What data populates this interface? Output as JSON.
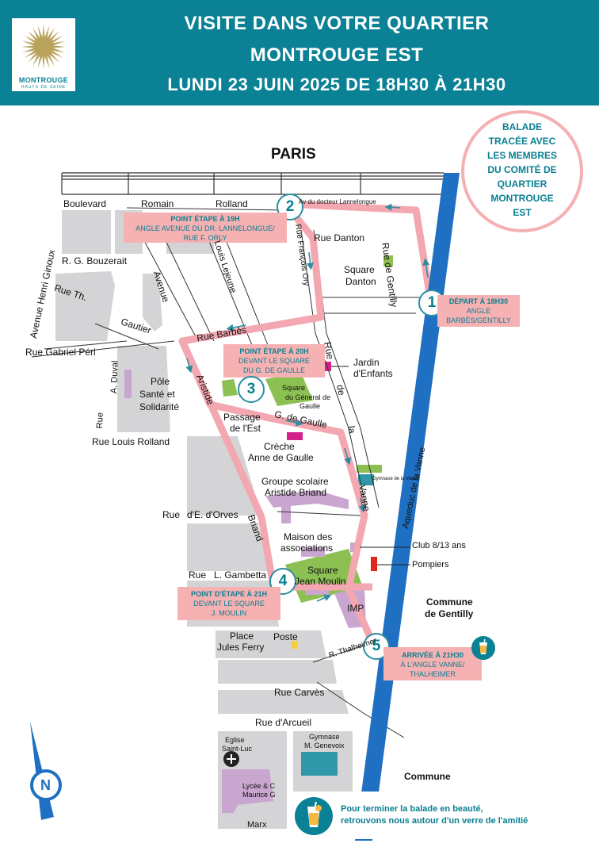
{
  "header": {
    "title_line1": "VISITE DANS VOTRE QUARTIER",
    "title_line2": "MONTROUGE EST",
    "title_line3": "LUNDI 23 JUIN 2025 DE 18H30 À 21H30",
    "logo_name": "MONTROUGE",
    "logo_sub": "HAUTS·DE·SEINE"
  },
  "badge": {
    "lines": [
      "BALADE",
      "TRACÉE AVEC",
      "LES MEMBRES",
      "DU COMITÉ DE",
      "QUARTIER",
      "MONTROUGE",
      "EST"
    ]
  },
  "steps": [
    {
      "number": "1",
      "title": "DÉPART À 18H30",
      "desc": [
        "ANGLE",
        "BARBÈS/GENTILLY"
      ]
    },
    {
      "number": "2",
      "title": "POINT ÉTAPE À 19H",
      "desc": [
        "ANGLE AVENUE DU DR. LANNELONGUE/",
        "RUE F. ORLY"
      ]
    },
    {
      "number": "3",
      "title": "POINT ÉTAPE À 20H",
      "desc": [
        "DEVANT LE SQUARE",
        "DU G. DE GAULLE"
      ]
    },
    {
      "number": "4",
      "title": "POINT D'ÉTAPE À 21H",
      "desc": [
        "DEVANT LE SQUARE",
        "J. MOULIN"
      ]
    },
    {
      "number": "5",
      "title": "ARRIVÉE À 21H30",
      "desc": [
        "À L'ANGLE VANNE/",
        "THALHEIMER"
      ]
    }
  ],
  "map_labels": {
    "paris": "PARIS",
    "boulevard": "Boulevard",
    "romain": "Romain",
    "rolland": "Rolland",
    "av_lannelongue": "Av du docteur Lannelongue",
    "rue_danton": "Rue Danton",
    "square_danton_1": "Square",
    "square_danton_2": "Danton",
    "rue_de_gentilly": "Rue de Gentilly",
    "rue_francois_ory": "Rue François Ory",
    "louis_lejeune": "Louis Lejeune",
    "avenue": "Avenue",
    "henri_ginoux": "Avenue Henri Ginoux",
    "r_g_bouzerait": "R. G. Bouzerait",
    "rue_th": "Rue Th.",
    "gautier": "Gautier",
    "rue_gabriel_peri": "Rue Gabriel Péri",
    "rue_barbes": "Rue Barbès",
    "a_duval": "A. Duval",
    "rue": "Rue",
    "pole_1": "Pôle",
    "pole_2": "Santé et",
    "pole_3": "Solidarité",
    "aristide": "Aristide",
    "rue_louis_rolland": "Rue Louis Rolland",
    "jardin_1": "Jardin",
    "jardin_2": "d'Enfants",
    "rue_de_la_vanne_1": "Rue",
    "rue_de_la_vanne_2": "de",
    "rue_de_la_vanne_3": "la",
    "rue_de_la_vanne_4": "Vanne",
    "square_gdg_1": "Square",
    "square_gdg_2": "du Général de",
    "square_gdg_3": "Gaulle",
    "passage_1": "Passage",
    "passage_2": "de l'Est",
    "g_de_gaulle": "G. de Gaulle",
    "creche_1": "Crèche",
    "creche_2": "Anne de Gaulle",
    "groupe_1": "Groupe scolaire",
    "groupe_2": "Aristide Briand",
    "gymnase_vanne": "Gymnase de la Vanne",
    "aqueduc": "Aqueduc de la Vanne",
    "rue_orves_1": "Rue",
    "rue_orves_2": "d'E. d'Orves",
    "briand": "Briand",
    "maison_1": "Maison des",
    "maison_2": "associations",
    "club": "Club 8/13 ans",
    "pompiers": "Pompiers",
    "rue_gambetta_1": "Rue",
    "rue_gambetta_2": "L. Gambetta",
    "square_jm_1": "Square",
    "square_jm_2": "Jean Moulin",
    "imp": "IMP",
    "commune_gentilly_1": "Commune",
    "commune_gentilly_2": "de Gentilly",
    "place_jf_1": "Place",
    "place_jf_2": "Jules Ferry",
    "poste": "Poste",
    "r_thalheimer": "R. Thalheimer",
    "rue_carves": "Rue Carvès",
    "rue_darcueil": "Rue d'Arcueil",
    "eglise_1": "Eglise",
    "eglise_2": "Saint-Luc",
    "gymnase_gen_1": "Gymnase",
    "gymnase_gen_2": "M. Genevoix",
    "commune_bottom": "Commune",
    "lycee_1": "Lycée & C",
    "lycee_2": "Maurice G",
    "marx": "Marx",
    "north": "N"
  },
  "footer": {
    "line1": "Pour terminer la balade en beauté,",
    "line2": "retrouvons nous autour d'un verre de l'amitié"
  },
  "colors": {
    "header": "#0a8194",
    "route": "#f3a7b0",
    "block": "#d4d4d6",
    "park": "#8cc052",
    "building": "#c9a6cf",
    "aqueduct": "#1f6fc2"
  },
  "icons": [
    "drink-icon",
    "compass-north-icon",
    "church-cross-icon",
    "route-arrow-icon"
  ]
}
